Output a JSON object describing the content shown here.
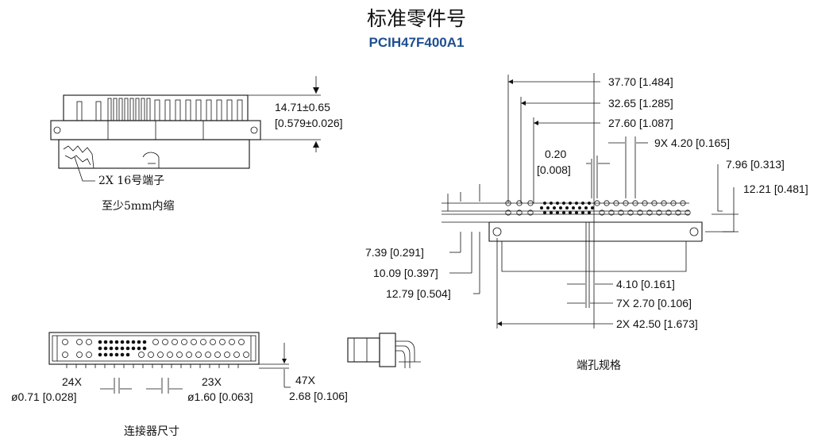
{
  "header": {
    "title": "标准零件号",
    "part_number": "PCIH47F400A1",
    "part_color": "#1d4f91"
  },
  "side_view": {
    "height_dim_1": "14.71±0.65",
    "height_dim_2": "[0.579±0.026]",
    "terminal_note": "2X 16号端子",
    "recess_note": "至少5mm内缩"
  },
  "top_view": {
    "pin_count_left": "24X",
    "pin_dia_left": "ø0.71 [0.028]",
    "pin_count_right": "23X",
    "pin_dia_right": "ø1.60 [0.063]",
    "total_count": "47X",
    "pin_length": "2.68 [0.106]",
    "caption": "连接器尺寸"
  },
  "hole_pattern": {
    "dim_37_70": "37.70 [1.484]",
    "dim_32_65": "32.65 [1.285]",
    "dim_27_60": "27.60 [1.087]",
    "dim_9x": "9X 4.20 [0.165]",
    "dim_0_20_a": "0.20",
    "dim_0_20_b": "[0.008]",
    "dim_7_96": "7.96 [0.313]",
    "dim_12_21": "12.21 [0.481]",
    "dim_7_39": "7.39 [0.291]",
    "dim_10_09": "10.09 [0.397]",
    "dim_12_79": "12.79 [0.504]",
    "dim_4_10": "4.10 [0.161]",
    "dim_7x": "7X 2.70 [0.106]",
    "dim_2x": "2X 42.50 [1.673]",
    "caption": "端孔规格"
  }
}
